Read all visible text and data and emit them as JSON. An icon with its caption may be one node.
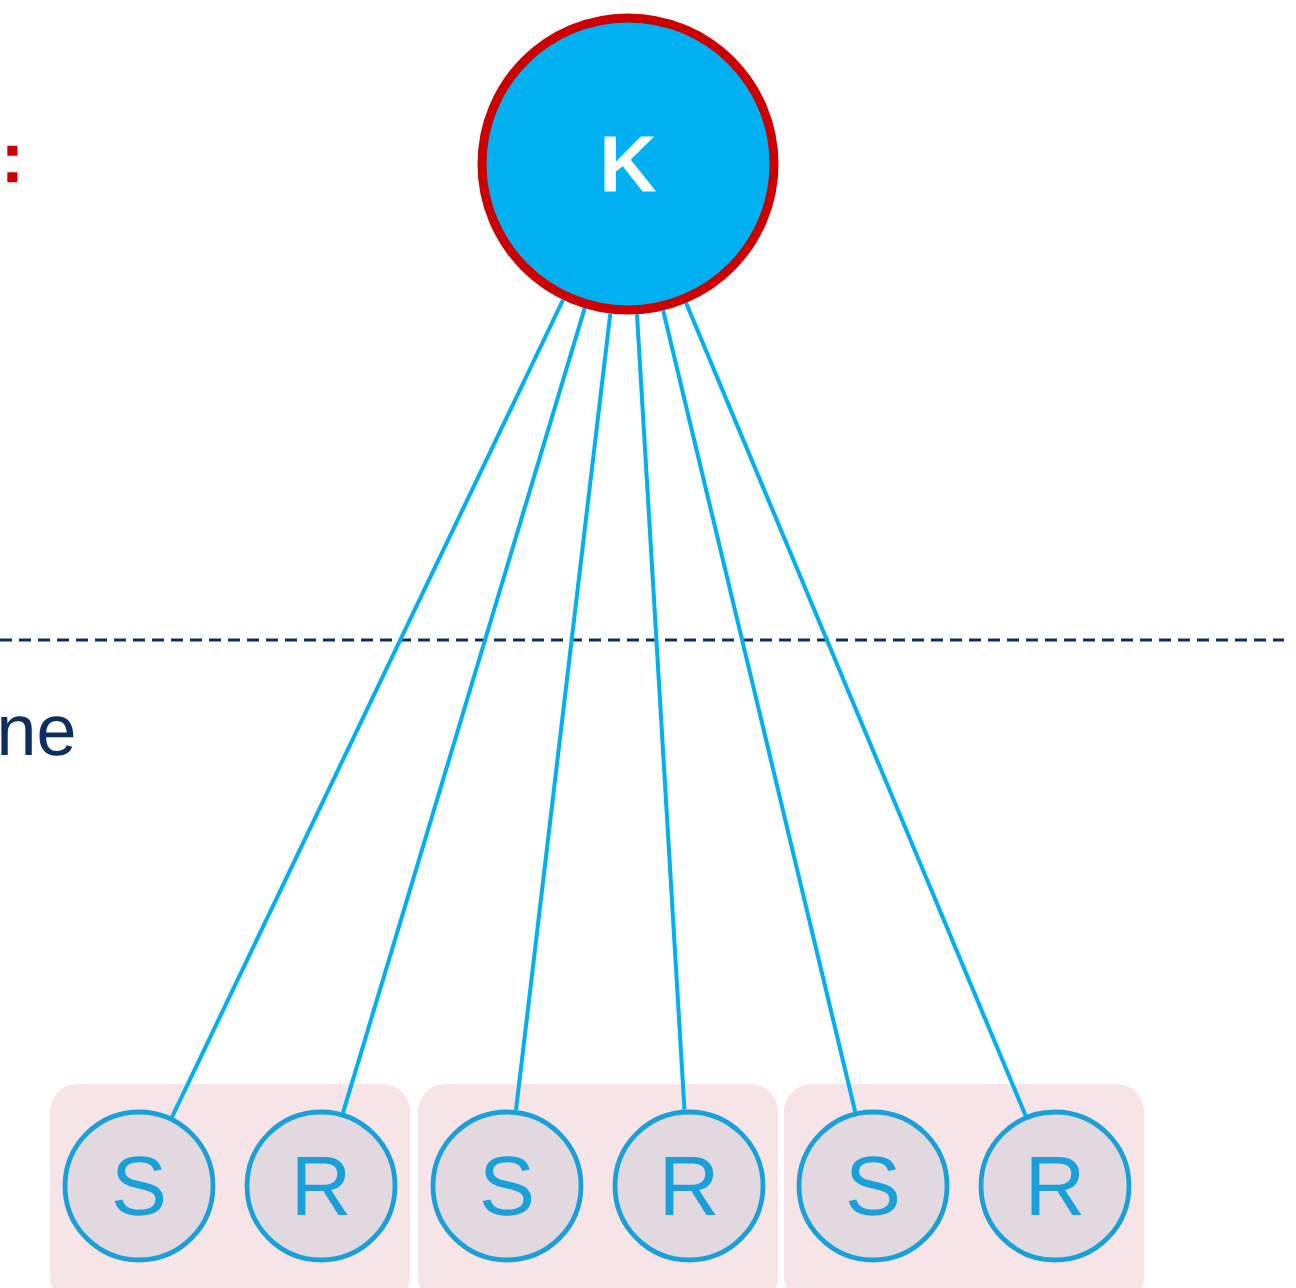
{
  "diagram": {
    "nodes": [
      {
        "text": [
          "K"
        ]
      },
      {
        "text": [],
        "shape": "box"
      },
      {
        "text": [
          "S"
        ],
        "in": 1
      },
      {
        "text": [
          "R"
        ],
        "in": 1
      },
      {
        "text": [],
        "shape": "box"
      },
      {
        "text": [
          "S"
        ],
        "in": 4
      },
      {
        "text": [
          "R"
        ],
        "in": 4
      },
      {
        "text": [],
        "shape": "box"
      },
      {
        "text": [
          "S"
        ],
        "in": 7
      },
      {
        "text": [
          "R"
        ],
        "in": 7
      }
    ],
    "edges": [
      {
        "from": 0,
        "to": 2,
        "arrow": "none"
      },
      {
        "from": 0,
        "to": 3,
        "arrow": "none"
      },
      {
        "from": 0,
        "to": 5,
        "arrow": "none"
      },
      {
        "from": 0,
        "to": 6,
        "arrow": "none"
      },
      {
        "from": 0,
        "to": 8,
        "arrow": "none"
      },
      {
        "from": 0,
        "to": 9,
        "arrow": "none"
      }
    ],
    "labels": [
      ":",
      "ne"
    ]
  }
}
